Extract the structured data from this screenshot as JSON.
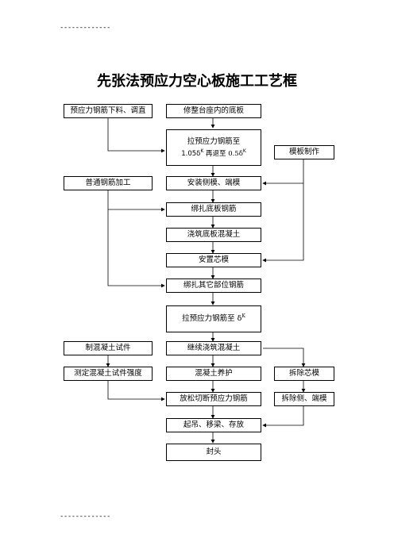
{
  "header_rule": "-------------",
  "footer_rule": "-------------",
  "title": "先张法预应力空心板施工工艺框",
  "boxes": {
    "b1": "预应力钢筋下料、调直",
    "b2": "修整台座内的底板",
    "b3_line1": "拉预应力钢筋至",
    "b3_a": "1.05δ",
    "b3_a_sup": "K",
    "b3_mid": " 再退至 0.5δ",
    "b3_b_sup": "K",
    "b4": "模板制作",
    "b5": "普通钢筋加工",
    "b6": "安装侧模、端模",
    "b7": "绑扎底板钢筋",
    "b8": "浇筑底板混凝土",
    "b9": "安置芯模",
    "b10": "绑扎其它部位钢筋",
    "b11_text": "拉预应力钢筋至 δ",
    "b11_sup": "K",
    "b12": "制混凝土试件",
    "b13": "继续浇筑混凝土",
    "b14": "测定混凝土试件强度",
    "b15": "混凝土养护",
    "b16": "拆除芯模",
    "b17": "放松切断预应力钢筋",
    "b18": "拆除侧、端模",
    "b19": "起吊、移梁、存放",
    "b20": "封头"
  }
}
